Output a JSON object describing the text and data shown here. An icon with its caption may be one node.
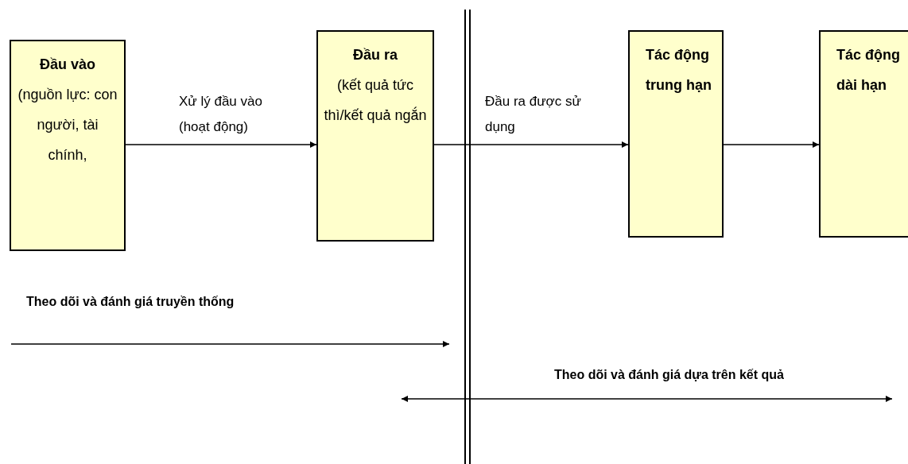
{
  "diagram": {
    "nodes": [
      {
        "text": [
          "Đầu vào",
          "(nguồn lực: con người, tài chính,"
        ]
      },
      {
        "text": [
          "Đầu ra",
          "(kết quả tức thì/kết quả ngắn"
        ]
      },
      {
        "text": [
          "Tác động trung hạn"
        ]
      },
      {
        "text": [
          "Tác động dài hạn"
        ]
      }
    ],
    "edges": [
      {
        "from": 0,
        "to": 1,
        "arrow": "to",
        "label": "Xử lý đầu vào (hoạt động)"
      },
      {
        "from": 1,
        "to": 2,
        "arrow": "to",
        "label": "Đầu ra được sử dụng"
      },
      {
        "from": 2,
        "to": 3,
        "arrow": "to"
      }
    ],
    "labels": [
      "Theo dõi và đánh giá truyền thống",
      "Theo dõi và đánh giá dựa trên kết quả"
    ]
  }
}
